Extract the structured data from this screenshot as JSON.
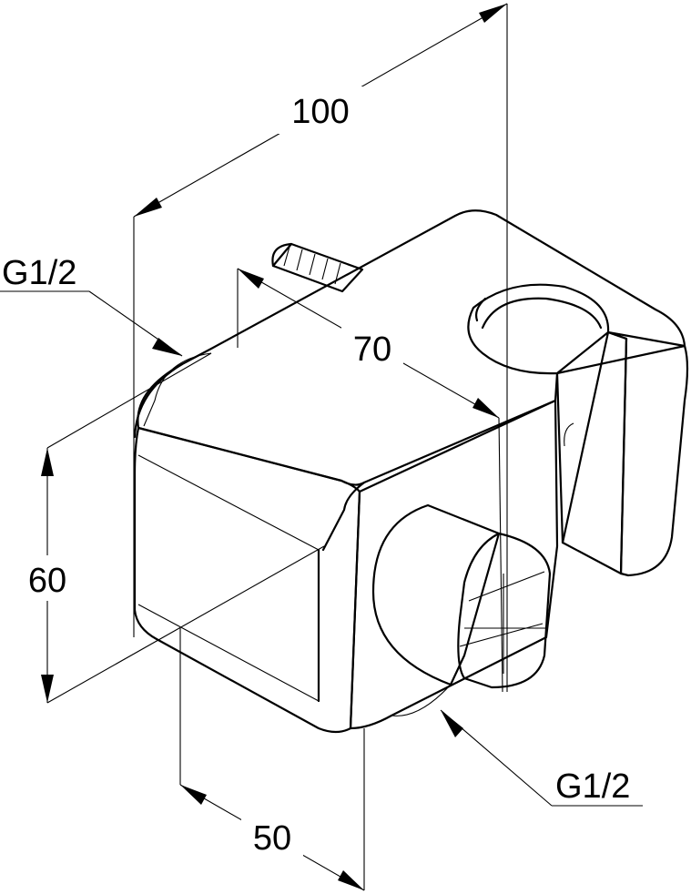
{
  "dimensions": {
    "width_top": "100",
    "depth": "70",
    "height": "60",
    "width_front": "50"
  },
  "callouts": {
    "left_thread": "G1/2",
    "bottom_thread": "G1/2"
  }
}
